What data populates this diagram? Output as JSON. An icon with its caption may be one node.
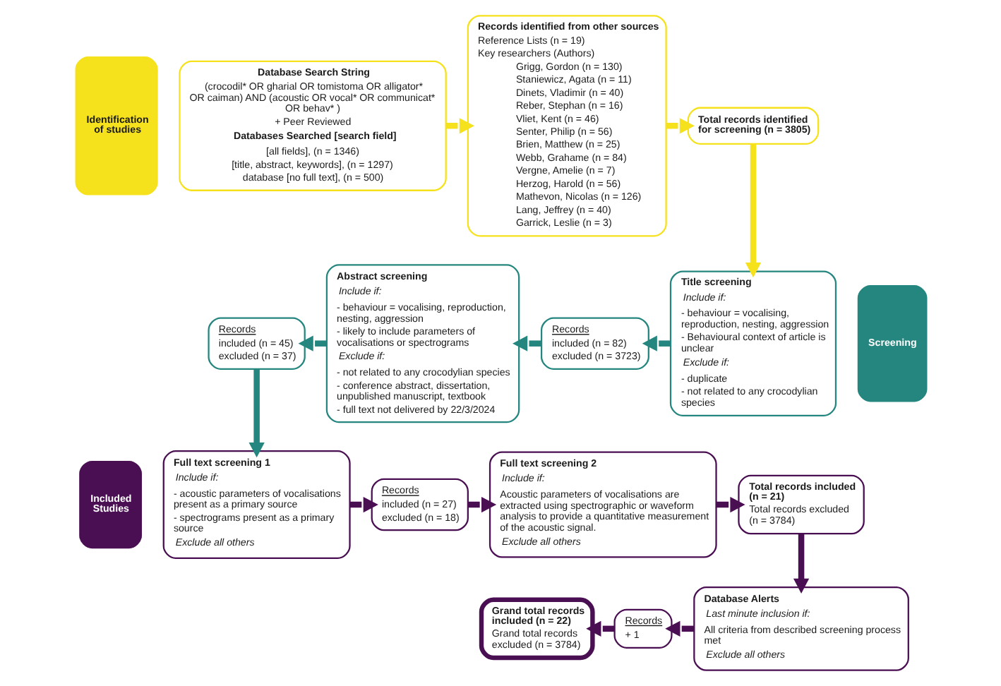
{
  "diagram": {
    "nodes": [
      {
        "text": [
          "Identification of studies"
        ]
      },
      {
        "text": [
          "Database Search String",
          "(crocodil* OR gharial OR tomistoma OR alligator* OR caiman) AND (acoustic OR vocal* OR communicat* OR behav* )",
          "+ Peer Reviewed",
          "Databases Searched [search field]",
          "[all fields], (n = 1346)",
          "[title, abstract, keywords], (n = 1297)",
          "database [no full text], (n = 500)"
        ]
      },
      {
        "text": [
          "Records identified from other sources",
          "Reference Lists (n = 19)",
          "Key researchers (Authors)",
          "Grigg, Gordon (n = 130)",
          "Staniewicz, Agata (n = 11)",
          "Dinets, Vladimir (n = 40)",
          "Reber, Stephan (n = 16)",
          "Vliet, Kent (n = 46)",
          "Senter, Philip (n = 56)",
          "Brien, Matthew (n = 25)",
          "Webb, Grahame (n = 84)",
          "Vergne, Amelie (n = 7)",
          "Herzog, Harold (n = 56)",
          "Mathevon, Nicolas (n = 126)",
          "Lang, Jeffrey (n = 40)",
          "Garrick, Leslie (n = 3)"
        ]
      },
      {
        "text": [
          "Total records identified for screening (n = 3805)"
        ]
      },
      {
        "text": [
          "Records",
          "included (n = 45)",
          "excluded (n = 37)"
        ]
      },
      {
        "text": [
          "Abstract screening",
          "Include if:",
          "- behaviour = vocalising, reproduction, nesting, aggression",
          "- likely to include parameters of vocalisations or spectrograms",
          "Exclude if:",
          "- not related to any crocodylian species",
          "- conference abstract, dissertation, unpublished manuscript, textbook",
          "- full text not delivered by 22/3/2024"
        ]
      },
      {
        "text": [
          "Records",
          "included (n = 82)",
          "excluded (n = 3723)"
        ]
      },
      {
        "text": [
          "Title screening",
          "Include if:",
          "- behaviour = vocalising, reproduction, nesting, aggression",
          "- Behavioural context of article is unclear",
          "Exclude if:",
          "- duplicate",
          "- not related to any crocodylian species"
        ]
      },
      {
        "text": [
          "Screening"
        ]
      },
      {
        "text": [
          "Included Studies"
        ]
      },
      {
        "text": [
          "Full text screening 1",
          "Include if:",
          "- acoustic parameters of vocalisations present as a primary source",
          "- spectrograms present as a primary source",
          "Exclude all others"
        ]
      },
      {
        "text": [
          "Records",
          "included (n = 27)",
          "excluded (n = 18)"
        ]
      },
      {
        "text": [
          "Full text screening 2",
          "Include if:",
          "Acoustic parameters of vocalisations are extracted using spectrographic or waveform analysis to provide a quantitative measurement of the acoustic signal.",
          "Exclude all others"
        ]
      },
      {
        "text": [
          "Total records included (n = 21)",
          "Total records excluded (n = 3784)"
        ]
      },
      {
        "text": [
          "Grand total records included (n = 22)",
          "Grand total records excluded (n = 3784)"
        ]
      },
      {
        "text": [
          "Records",
          "+ 1"
        ]
      },
      {
        "text": [
          "Database Alerts",
          "Last minute inclusion if:",
          "All criteria from described screening process met",
          "Exclude all others"
        ]
      }
    ],
    "edges": [
      {
        "from": 1,
        "to": 2,
        "arrow": "to",
        "color": "#f5e11c"
      },
      {
        "from": 2,
        "to": 3,
        "arrow": "to",
        "color": "#f5e11c"
      },
      {
        "from": 3,
        "to": 7,
        "arrow": "to",
        "color": "#f5e11c"
      },
      {
        "from": 7,
        "to": 6,
        "arrow": "to",
        "color": "#24867f"
      },
      {
        "from": 6,
        "to": 5,
        "arrow": "to",
        "color": "#24867f"
      },
      {
        "from": 5,
        "to": 4,
        "arrow": "to",
        "color": "#24867f"
      },
      {
        "from": 4,
        "to": 10,
        "arrow": "to",
        "color": "#24867f"
      },
      {
        "from": 10,
        "to": 11,
        "arrow": "to"
      },
      {
        "from": 11,
        "to": 12,
        "arrow": "to"
      },
      {
        "from": 12,
        "to": 13,
        "arrow": "to"
      },
      {
        "from": 13,
        "to": 16,
        "arrow": "to"
      },
      {
        "from": 16,
        "to": 15,
        "arrow": "to"
      },
      {
        "from": 15,
        "to": 14,
        "arrow": "to"
      }
    ]
  }
}
